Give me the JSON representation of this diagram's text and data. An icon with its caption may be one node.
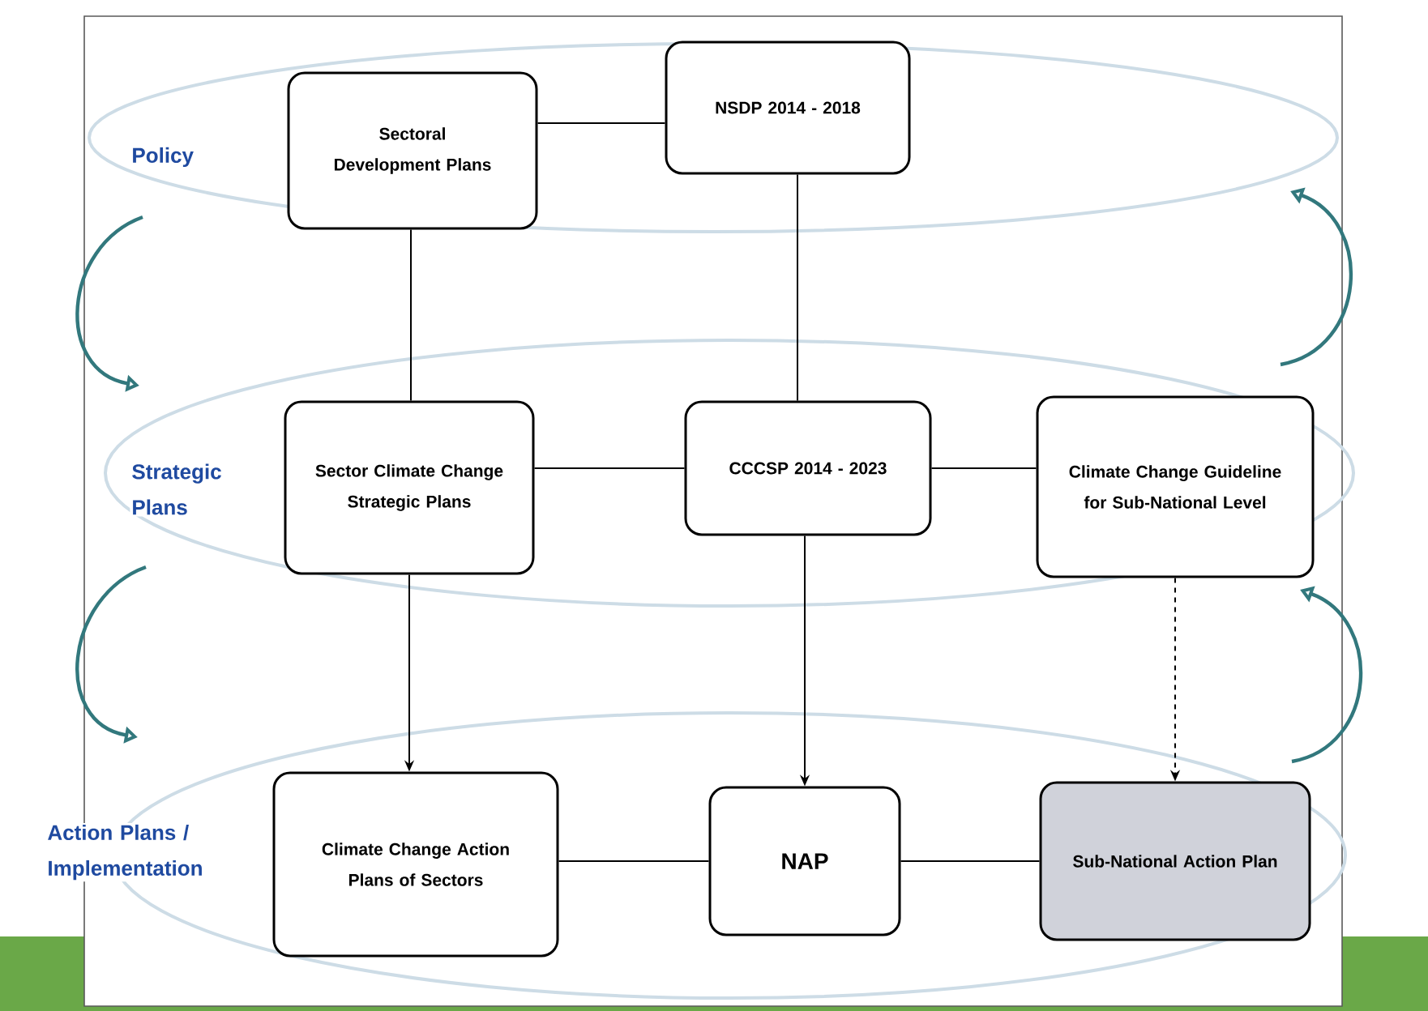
{
  "diagram": {
    "nodes": [
      {
        "text": [
          "Sectoral Development Plans"
        ]
      },
      {
        "text": [
          "NSDP 2014 - 2018"
        ]
      },
      {
        "text": [
          "Sector Climate Change Strategic Plans"
        ]
      },
      {
        "text": [
          "CCCSP 2014 - 2023"
        ]
      },
      {
        "text": [
          "Climate Change Guideline for Sub-National Level"
        ]
      },
      {
        "text": [
          "Climate Change Action Plans of Sectors"
        ]
      },
      {
        "text": [
          "NAP"
        ]
      },
      {
        "text": [
          "Sub-National Action Plan"
        ]
      }
    ],
    "edges": [
      {
        "from": 0,
        "to": 1,
        "arrow": "none"
      },
      {
        "from": 0,
        "to": 2,
        "arrow": "none"
      },
      {
        "from": 1,
        "to": 3,
        "arrow": "none"
      },
      {
        "from": 2,
        "to": 3,
        "arrow": "none"
      },
      {
        "from": 3,
        "to": 4,
        "arrow": "none"
      },
      {
        "from": 2,
        "to": 5,
        "arrow": "to"
      },
      {
        "from": 3,
        "to": 6,
        "arrow": "to"
      },
      {
        "from": 4,
        "to": 7,
        "arrow": "to",
        "style": "dashed"
      },
      {
        "from": 5,
        "to": 6,
        "arrow": "none"
      },
      {
        "from": 6,
        "to": 7,
        "arrow": "none"
      }
    ],
    "labels": [
      "Policy",
      "Strategic Plans",
      "Action Plans / Implementation"
    ]
  }
}
